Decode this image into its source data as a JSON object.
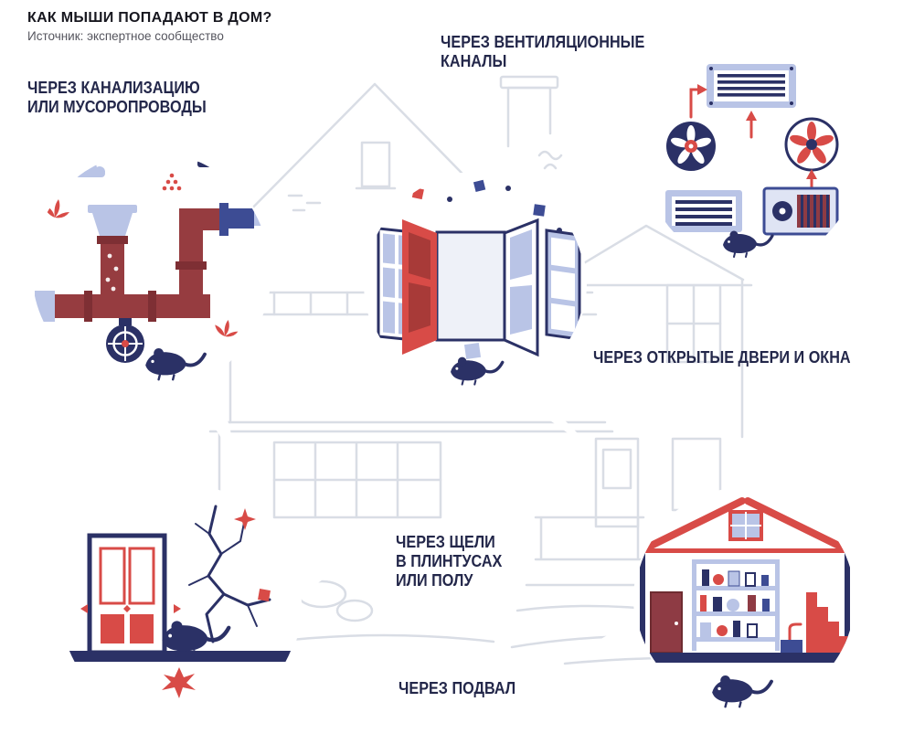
{
  "header": {
    "title": "КАК МЫШИ ПОПАДАЮТ В ДОМ?",
    "source": "Источник: экспертное сообщество"
  },
  "callouts": {
    "sewage": {
      "label": "ЧЕРЕЗ КАНАЛИЗАЦИЮ\nИЛИ МУСОРОПРОВОДЫ"
    },
    "ventilation": {
      "label": "ЧЕРЕЗ ВЕНТИЛЯЦИОННЫЕ\nКАНАЛЫ"
    },
    "doors": {
      "label": "ЧЕРЕЗ ОТКРЫТЫЕ ДВЕРИ И ОКНА"
    },
    "gaps": {
      "label": "ЧЕРЕЗ ЩЕЛИ\nВ ПЛИНТУСАХ\nИЛИ ПОЛУ"
    },
    "basement": {
      "label": "ЧЕРЕЗ ПОДВАЛ"
    }
  },
  "illustrations": {
    "sewage": "sewer-pipes-with-mouse",
    "ventilation": "vent-grilles-and-fans-with-mouse",
    "doors": "open-doors-and-windows-with-mouse",
    "gaps": "cracked-wall-and-door-with-mouse",
    "basement": "basement-shelves-and-stairs-with-mouse"
  },
  "colors": {
    "navy": "#2b3166",
    "blue": "#3d4c94",
    "light_blue": "#b9c4e6",
    "pale_blue": "#dfe4f4",
    "red": "#d84b47",
    "dark_red": "#963c40",
    "maroon": "#8e3b44",
    "sketch_gray": "#d9dde5",
    "text_dark": "#23274a",
    "text_muted": "#55555e"
  }
}
